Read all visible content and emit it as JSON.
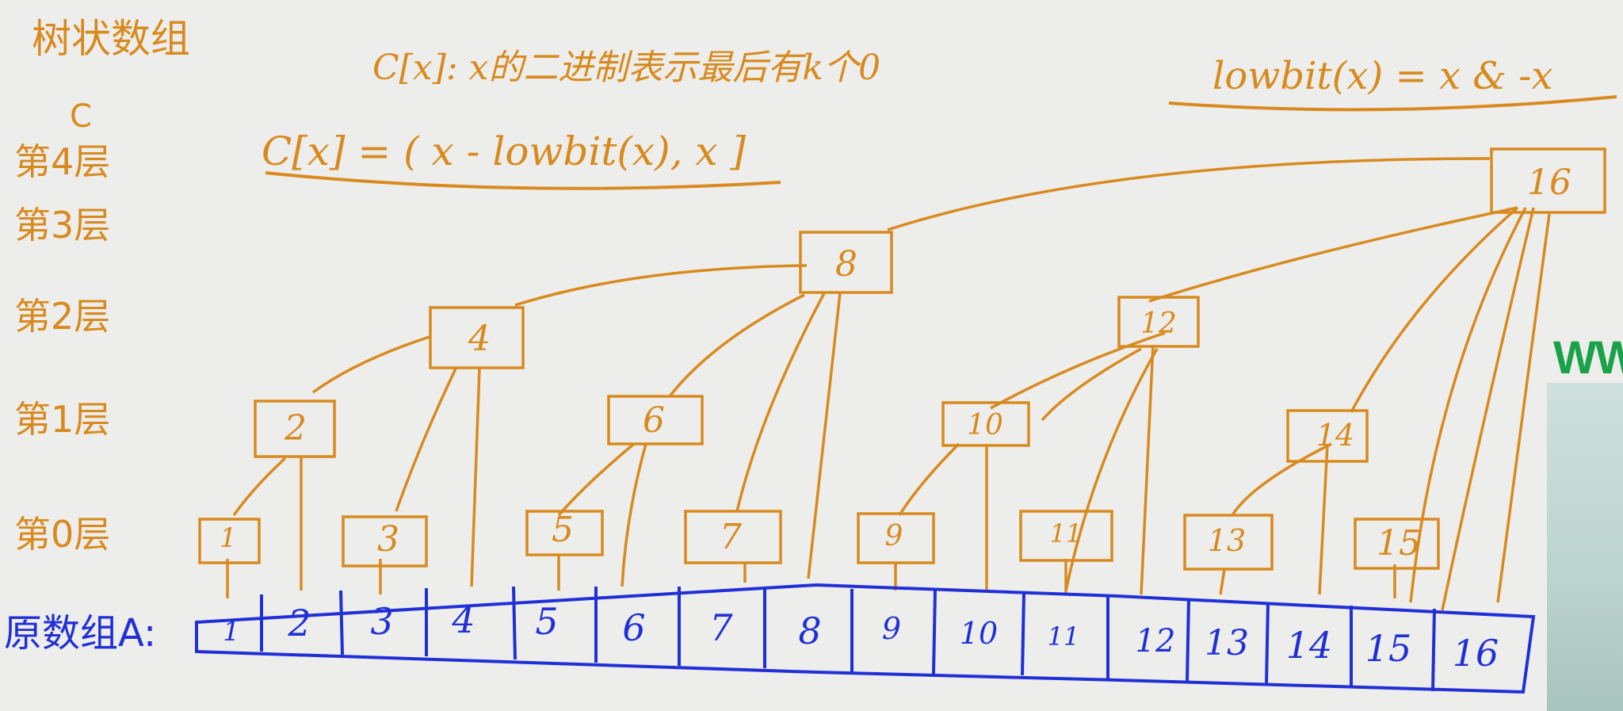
{
  "title": "树状数组",
  "formula_c": "C[x]:  x的二进制表示最后有k个0",
  "formula_lowbit": "lowbit(x) = x & -x",
  "formula_range": "C[x] = ( x - lowbit(x), x ]",
  "c_label": "C",
  "layers": [
    "第4层",
    "第3层",
    "第2层",
    "第1层",
    "第0层"
  ],
  "original_label": "原数组A:",
  "nodes": {
    "n1": "1",
    "n2": "2",
    "n3": "3",
    "n4": "4",
    "n5": "5",
    "n6": "6",
    "n7": "7",
    "n8": "8",
    "n9": "9",
    "n10": "10",
    "n11": "11",
    "n12": "12",
    "n13": "13",
    "n14": "14",
    "n15": "15",
    "n16": "16"
  },
  "array": [
    "1",
    "2",
    "3",
    "4",
    "5",
    "6",
    "7",
    "8",
    "9",
    "10",
    "11",
    "12",
    "13",
    "14",
    "15",
    "16"
  ],
  "watermark": "WW",
  "colors": {
    "orange": "#d88a1e",
    "blue": "#2130d6",
    "background": "#ededeb"
  }
}
